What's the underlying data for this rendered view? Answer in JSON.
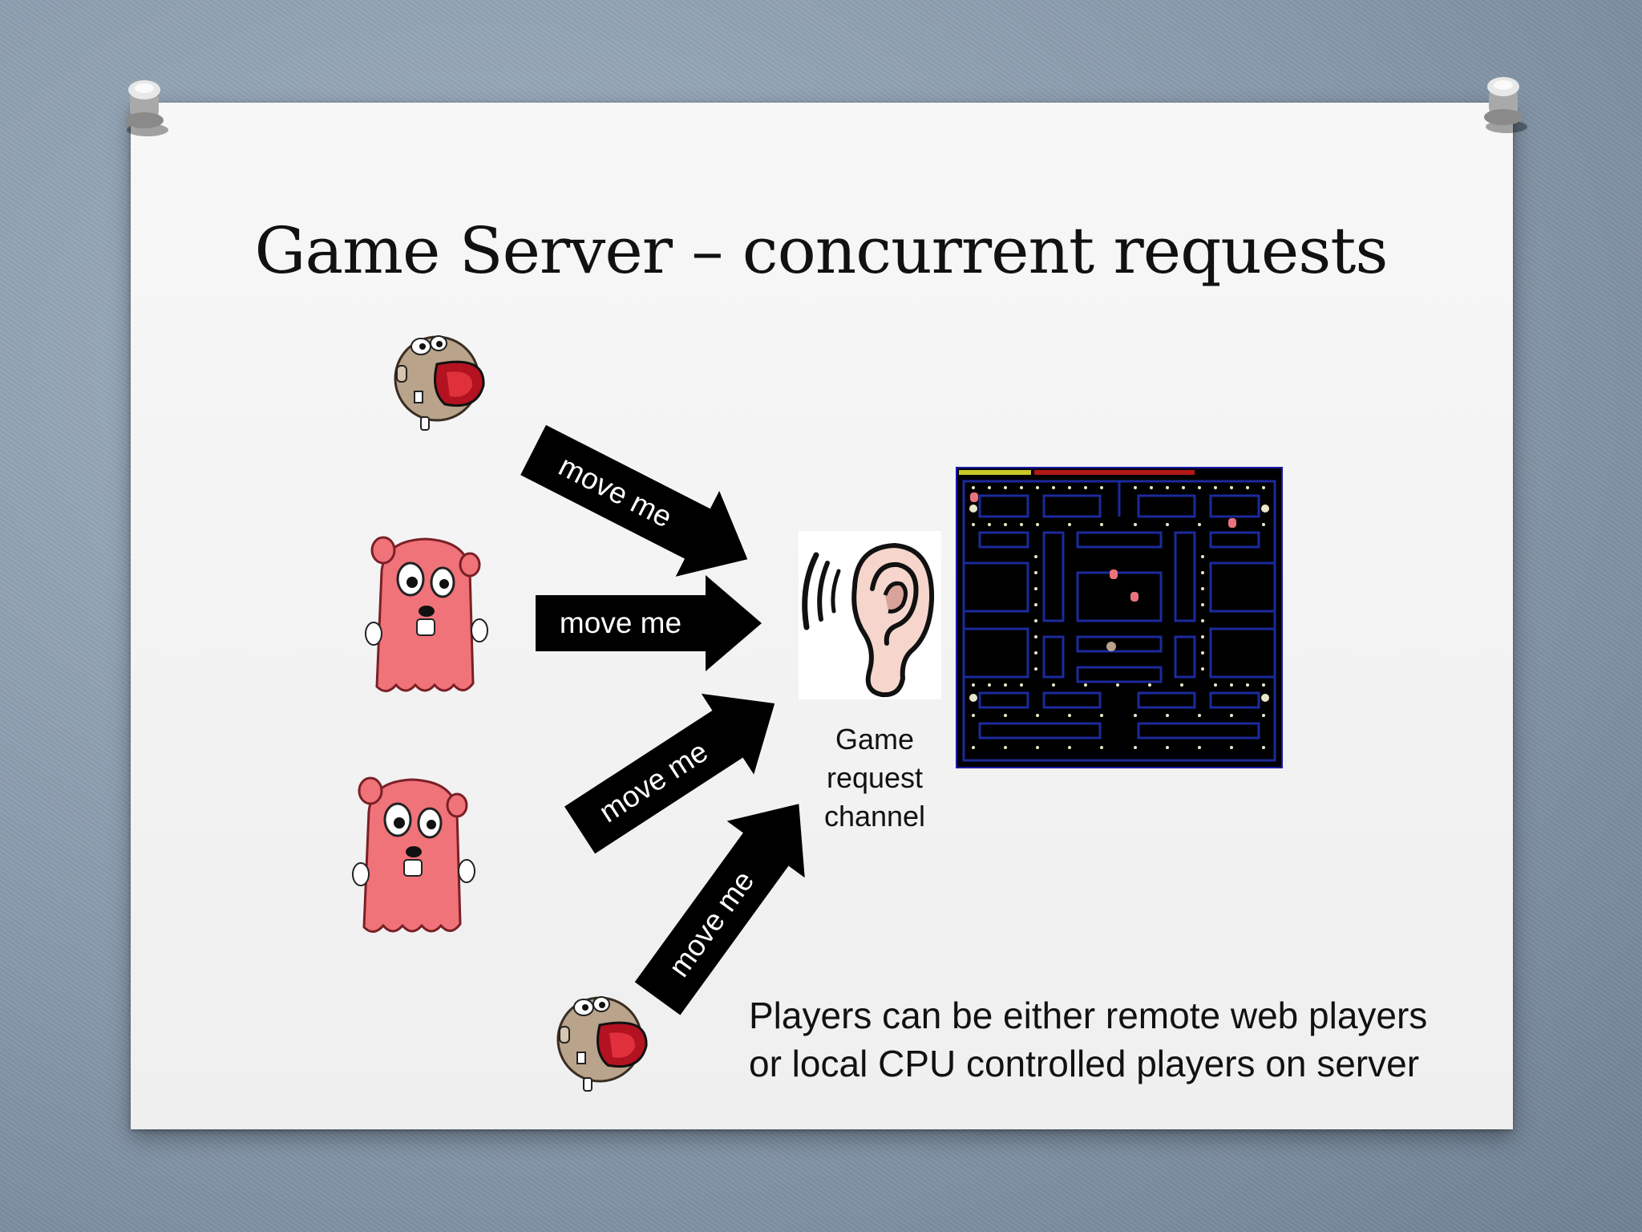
{
  "slide": {
    "title": "Game Server – concurrent requests",
    "arrow_labels": [
      "move me",
      "move me",
      "move me",
      "move me"
    ],
    "channel_label": [
      "Game",
      "request",
      "channel"
    ],
    "note_lines": [
      "Players can be either remote web players",
      "or local CPU controlled players on server"
    ]
  },
  "icons": {
    "players": [
      "gopher-icon",
      "ghost-gopher-icon",
      "ghost-gopher-icon",
      "gopher-icon"
    ],
    "listener": "ear-icon",
    "game": "pacman-board-icon",
    "pins": "pushpin-icon"
  },
  "colors": {
    "arrow": "#000000",
    "ghost": "#f0737a",
    "gopher": "#b9a38a",
    "maze_walls": "#1c2a9c",
    "paper": "#f4f4f5"
  }
}
